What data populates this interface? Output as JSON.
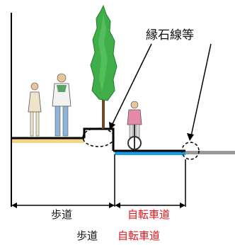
{
  "callout": {
    "label": "縁石線等"
  },
  "dimensions": {
    "sidewalk_label": "歩道",
    "bikelane_label": "自転車道"
  },
  "footer": {
    "sidewalk_label": "歩道",
    "bikelane_label": "自転車道"
  },
  "colors": {
    "sidewalk_surface": "#f2d58a",
    "bikelane_surface": "#1a9be6",
    "bikelane_text": "#e8141a",
    "road_surface": "#999999",
    "tree_foliage": "#3fae49",
    "line": "#000000"
  }
}
